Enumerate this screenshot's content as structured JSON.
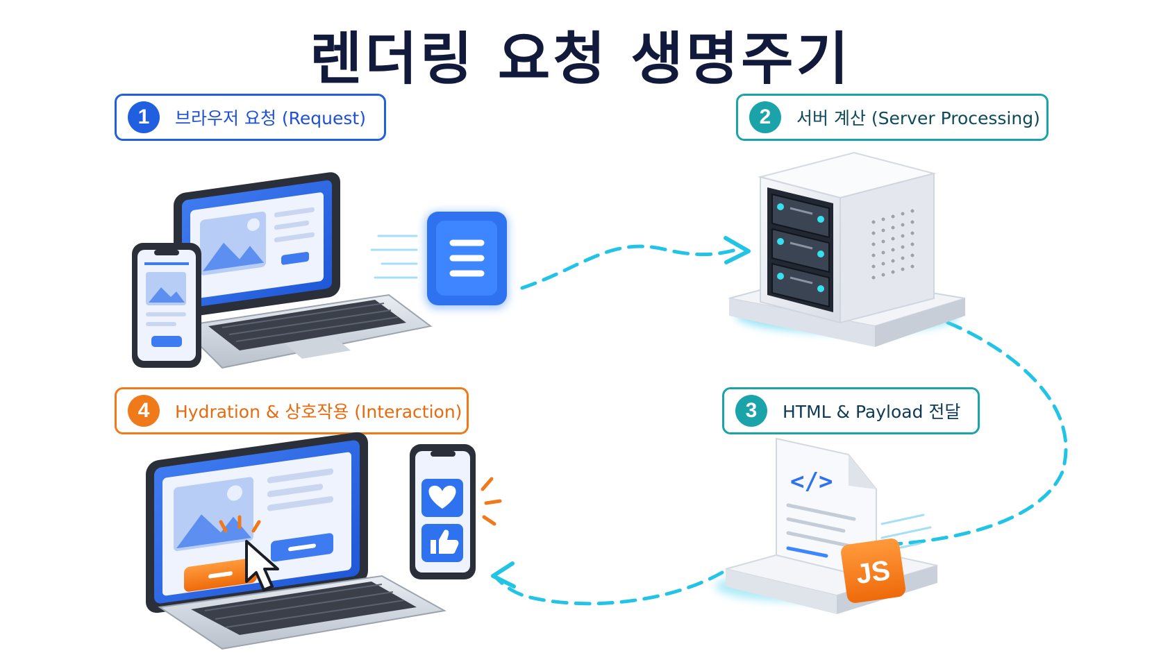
{
  "title": "렌더링 요청 생명주기",
  "steps": [
    {
      "number": "1",
      "label": "브라우저 요청 (Request)"
    },
    {
      "number": "2",
      "label": "서버 계산 (Server Processing)"
    },
    {
      "number": "3",
      "label": "HTML & Payload 전달"
    },
    {
      "number": "4",
      "label": "Hydration & 상호작용 (Interaction)"
    }
  ],
  "icons": {
    "step1": "laptop-phone-request-icon",
    "step2": "server-icon",
    "step3": "html-js-document-icon",
    "step4": "laptop-phone-interaction-icon"
  },
  "file_labels": {
    "code": "</>",
    "js": "JS"
  },
  "colors": {
    "blue": "#1f5fe0",
    "teal": "#1aa3a8",
    "orange": "#f07a1a",
    "flow": "#22c4e6",
    "title": "#121a3c"
  }
}
